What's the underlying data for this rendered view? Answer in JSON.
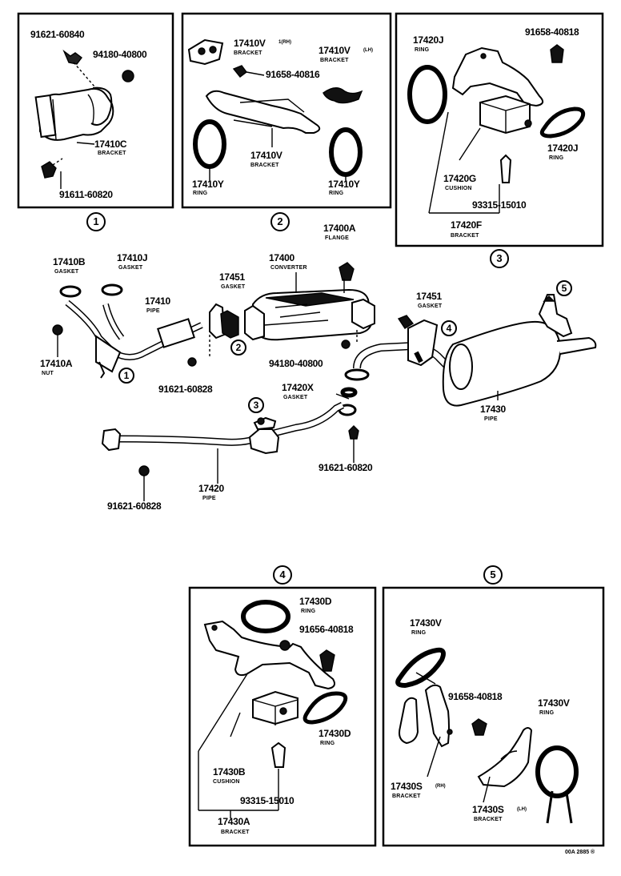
{
  "sections": {
    "s1": "1",
    "s2": "2",
    "s3": "3",
    "s4": "4",
    "s5": "5"
  },
  "callouts": {
    "c1": "1",
    "c2": "2",
    "c3": "3",
    "c4": "4",
    "c5": "5"
  },
  "box1": {
    "p1": "91621-60840",
    "p2": "94180-40800",
    "p3": "17410C",
    "p3s": "BRACKET",
    "p4": "91611-60820"
  },
  "box2": {
    "p1": "17410V",
    "p1t": "1(RH)",
    "p1s": "BRACKET",
    "p2": "17410V",
    "p2t": "(LH)",
    "p2s": "BRACKET",
    "p3": "91658-40816",
    "p4": "17410V",
    "p4s": "BRACKET",
    "p5": "17410Y",
    "p5s": "RING",
    "p6": "17410Y",
    "p6s": "RING"
  },
  "box3": {
    "p1": "17420J",
    "p1s": "RING",
    "p2": "91658-40818",
    "p3": "17420J",
    "p3s": "RING",
    "p4": "17420G",
    "p4s": "CUSHION",
    "p5": "93315-15010",
    "p6": "17420F",
    "p6s": "BRACKET"
  },
  "main": {
    "p1": "17410B",
    "p1s": "GASKET",
    "p2": "17410J",
    "p2s": "GASKET",
    "p3": "17410",
    "p3s": "PIPE",
    "p4": "17410A",
    "p4s": "NUT",
    "p5": "17451",
    "p5s": "GASKET",
    "p6": "17400",
    "p6s": "CONVERTER",
    "p7": "17400A",
    "p7s": "FLANGE",
    "p8": "17451",
    "p8s": "GASKET",
    "p9": "94180-40800",
    "p10": "91621-60828",
    "p11": "17420X",
    "p11s": "GASKET",
    "p12": "17430",
    "p12s": "PIPE",
    "p13": "91621-60820",
    "p14": "17420",
    "p14s": "PIPE",
    "p15": "91621-60828"
  },
  "box4": {
    "p1": "17430D",
    "p1s": "RING",
    "p2": "91656-40818",
    "p3": "17430D",
    "p3s": "RING",
    "p4": "17430B",
    "p4s": "CUSHION",
    "p5": "93315-15010",
    "p6": "17430A",
    "p6s": "BRACKET"
  },
  "box5": {
    "p1": "17430V",
    "p1s": "RING",
    "p2": "91658-40818",
    "p3": "17430V",
    "p3s": "RING",
    "p4": "17430S",
    "p4t": "(RH)",
    "p4s": "BRACKET",
    "p5": "17430S",
    "p5t": "(LH)",
    "p5s": "BRACKET"
  },
  "footer": "00A 2885 ®"
}
